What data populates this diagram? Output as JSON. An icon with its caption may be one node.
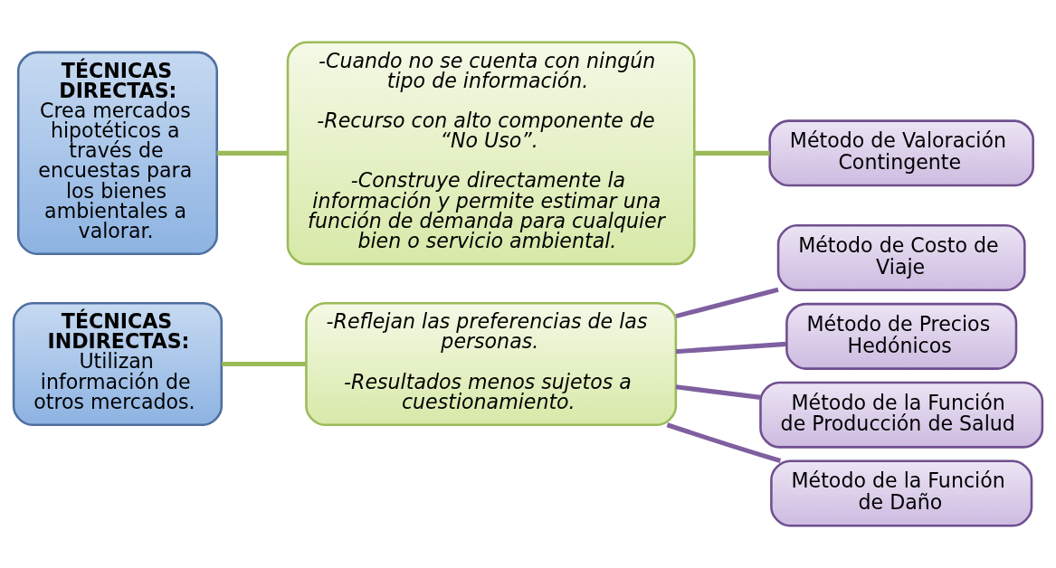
{
  "diagram": {
    "nodes": [
      {
        "text": [
          "TÉCNICAS INDIRECTAS:",
          "Utilizan información de otros mercados."
        ]
      },
      {
        "text": [
          "-Reflejan las preferencias de las personas.",
          "-Resultados menos sujetos a cuestionamiento."
        ]
      },
      {
        "text": [
          "Método de Costo de Viaje"
        ]
      },
      {
        "text": [
          "Método de Precios Hedónicos"
        ]
      },
      {
        "text": [
          "Método de la Función de Producción de Salud"
        ]
      },
      {
        "text": [
          "Método de la Función de Daño"
        ]
      },
      {
        "text": [
          "TÉCNICAS DIRECTAS:",
          "Crea mercados hipotéticos a través de encuestas para los bienes ambientales a valorar."
        ]
      },
      {
        "text": [
          "-Cuando no se cuenta con ningún tipo de información.",
          "-Recurso con alto componente de “No Uso”.",
          "-Construye directamente la información y permite estimar una función de demanda para cualquier bien o servicio ambiental."
        ]
      },
      {
        "text": [
          "Método de Valoración Contingente"
        ]
      }
    ],
    "edges": [
      {
        "from": 0,
        "to": 1,
        "arrow": "none",
        "color": "#9bbb59"
      },
      {
        "from": 1,
        "to": 2,
        "arrow": "none"
      },
      {
        "from": 1,
        "to": 3,
        "arrow": "none"
      },
      {
        "from": 1,
        "to": 4,
        "arrow": "none"
      },
      {
        "from": 1,
        "to": 5,
        "arrow": "none"
      },
      {
        "from": 6,
        "to": 7,
        "arrow": "none",
        "color": "#9bbb59"
      },
      {
        "from": 7,
        "to": 8,
        "arrow": "none",
        "color": "#9bbb59"
      }
    ]
  }
}
